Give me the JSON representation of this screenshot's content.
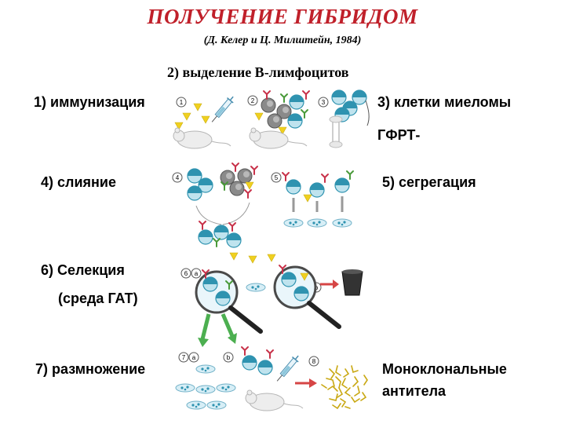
{
  "header": {
    "title": "ПОЛУЧЕНИЕ ГИБРИДОМ",
    "subtitle": "(Д. Келер и Ц. Милштейн, 1984)"
  },
  "steps": {
    "s1": "1) иммунизация",
    "s2": "2) выделение В-лимфоцитов",
    "s3": "3) клетки миеломы",
    "s3b": "ГФРТ-",
    "s4": "4) слияние",
    "s5": "5) сегрегация",
    "s6a": "6) Селекция",
    "s6b": "(среда ГАТ)",
    "s7": "7) размножение",
    "result_a": "Моноклональные",
    "result_b": "антитела"
  },
  "badges": {
    "b1": "1",
    "b2": "2",
    "b3": "3",
    "b4": "4",
    "b5": "5",
    "b6": "6",
    "b6a": "a",
    "b6b": "b",
    "b7": "7",
    "b7a": "a",
    "b7b": "b",
    "b8": "8"
  },
  "colors": {
    "title": "#c0202a",
    "cell_teal": "#2f93b0",
    "cell_light": "#bfe3ee",
    "antigen_yellow": "#f0d020",
    "antibody_red": "#c8324a",
    "arrow_green": "#4caf50",
    "arrow_red": "#d64545",
    "mouse_grey": "#c8c8c8"
  }
}
